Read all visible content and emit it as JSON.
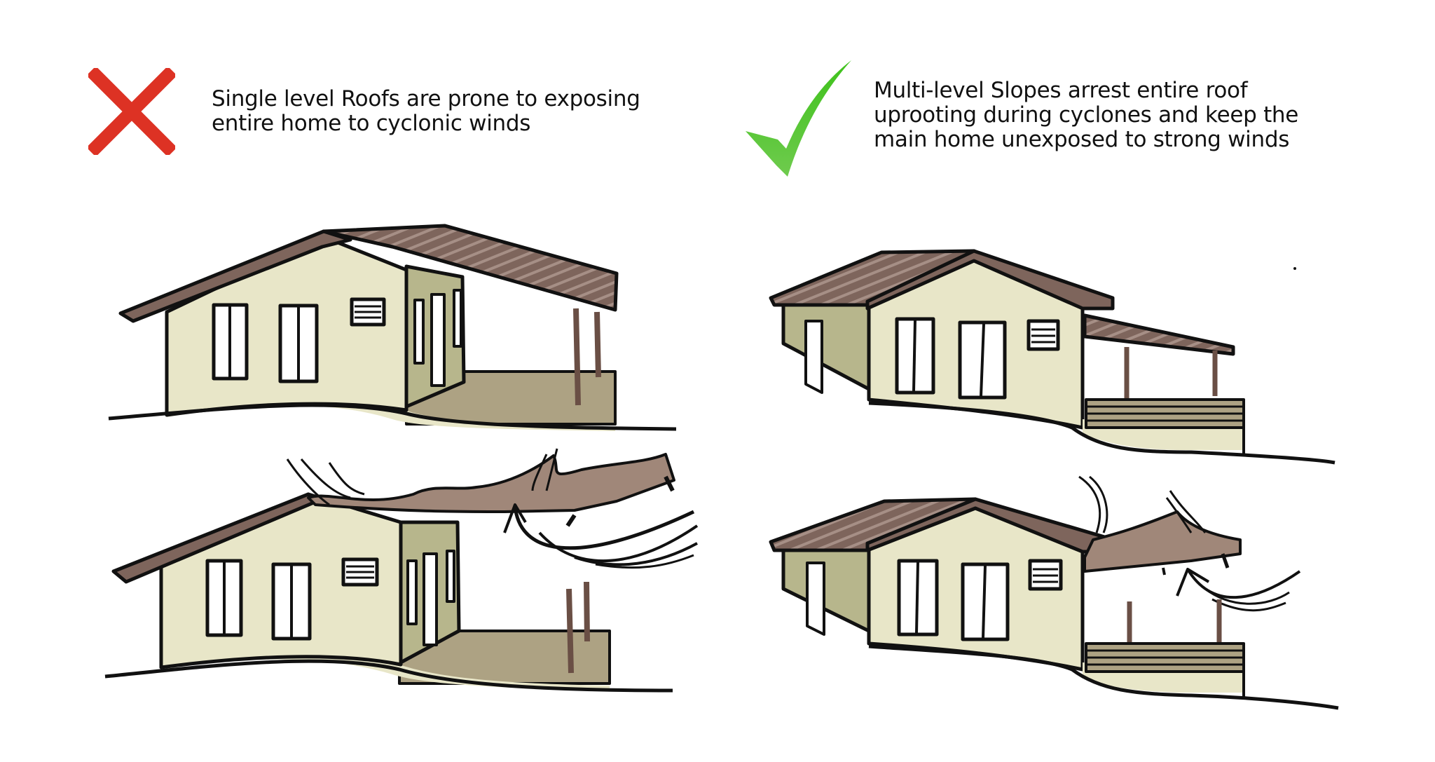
{
  "panels": {
    "bad": {
      "icon": "cross-mark-icon",
      "icon_color": "#DD3224",
      "caption_lines": [
        "Single level Roofs are prone to exposing",
        "entire home to cyclonic winds"
      ]
    },
    "good": {
      "icon": "check-mark-icon",
      "icon_color": "#44BB22",
      "caption_lines": [
        "Multi-level Slopes arrest entire roof",
        "uprooting during cyclones and keep the",
        "main home unexposed to strong winds"
      ]
    }
  },
  "illustrations": [
    {
      "id": "single-roof-intact",
      "label": "Single level roof house, normal conditions"
    },
    {
      "id": "single-roof-uprooted",
      "label": "Single level roof house, entire roof torn off by wind"
    },
    {
      "id": "multi-roof-intact",
      "label": "Multi-level roof house, normal conditions"
    },
    {
      "id": "multi-roof-porch-uprooted",
      "label": "Multi-level roof house, only porch roof torn off by wind"
    }
  ],
  "colors": {
    "wall": "#E8E6C8",
    "side_wall": "#B7B68C",
    "roof": "#7E655C",
    "roof_stripe": "#A68F86",
    "floor": "#ADA283",
    "outline": "#111111"
  }
}
